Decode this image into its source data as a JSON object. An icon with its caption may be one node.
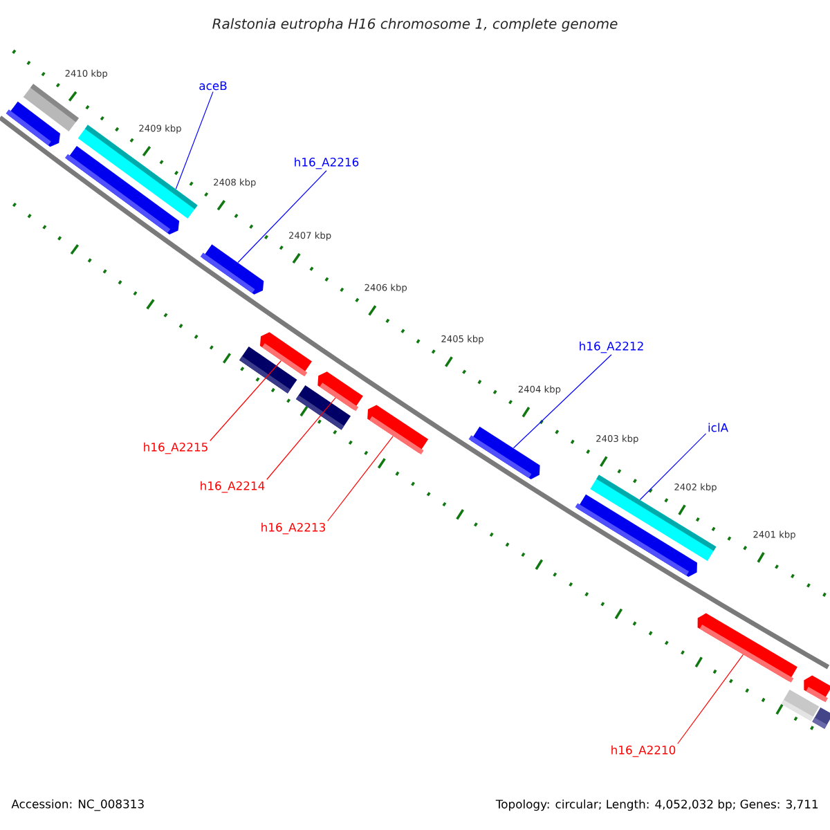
{
  "diagram": {
    "title": "Ralstonia eutropha H16 chromosome 1, complete genome",
    "nodes": [
      {
        "text": [],
        "shape": "bar"
      },
      {
        "text": [],
        "shape": "arrow"
      },
      {
        "text": [],
        "shape": "bar"
      },
      {
        "text": [],
        "shape": "arrow"
      },
      {
        "text": [],
        "shape": "arrow"
      },
      {
        "text": [],
        "shape": "arrow"
      },
      {
        "text": [],
        "shape": "bar"
      },
      {
        "text": [],
        "shape": "arrow"
      },
      {
        "text": [],
        "shape": "bar"
      },
      {
        "text": [],
        "shape": "arrow"
      },
      {
        "text": [],
        "shape": "arrow"
      },
      {
        "text": [],
        "shape": "bar"
      },
      {
        "text": [],
        "shape": "arrow"
      },
      {
        "text": [],
        "shape": "arrow"
      },
      {
        "text": [],
        "shape": "arrow"
      },
      {
        "text": [],
        "shape": "bar"
      },
      {
        "text": [],
        "shape": "bar"
      },
      {
        "text": [
          "aceB"
        ]
      },
      {
        "text": [
          "h16_A2216"
        ]
      },
      {
        "text": [
          "h16_A2212"
        ]
      },
      {
        "text": [
          "iclA"
        ]
      },
      {
        "text": [
          "h16_A2215"
        ]
      },
      {
        "text": [
          "h16_A2214"
        ]
      },
      {
        "text": [
          "h16_A2213"
        ]
      },
      {
        "text": [
          "h16_A2210"
        ]
      }
    ],
    "edges": [
      {
        "from": 17,
        "to": 2,
        "arrow": "none"
      },
      {
        "from": 18,
        "to": 4,
        "arrow": "none"
      },
      {
        "from": 19,
        "to": 10,
        "arrow": "none"
      },
      {
        "from": 20,
        "to": 11,
        "arrow": "none"
      },
      {
        "from": 21,
        "to": 5,
        "arrow": "none",
        "color": "#ff0000"
      },
      {
        "from": 22,
        "to": 7,
        "arrow": "none",
        "color": "#ff0000"
      },
      {
        "from": 23,
        "to": 9,
        "arrow": "none",
        "color": "#ff0000"
      },
      {
        "from": 24,
        "to": 13,
        "arrow": "none",
        "color": "#ff0000"
      }
    ],
    "labels": [
      "2410 kbp",
      "2409 kbp",
      "2408 kbp",
      "2407 kbp",
      "2406 kbp",
      "2405 kbp",
      "2404 kbp",
      "2403 kbp",
      "2402 kbp",
      "2401 kbp",
      "Accession: NC_008313",
      "Topology: circular; Length: 4,052,032 bp; Genes: 3,711"
    ]
  }
}
